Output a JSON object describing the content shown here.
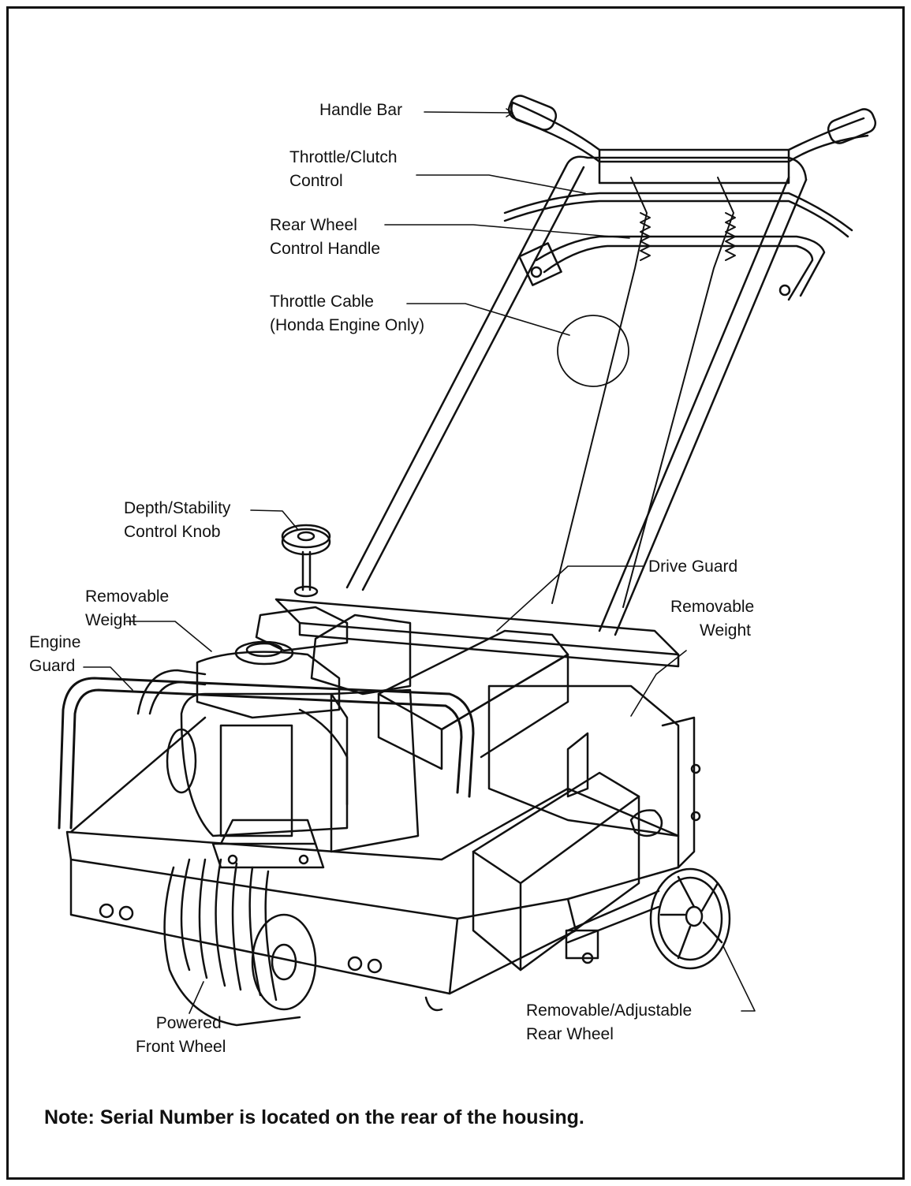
{
  "labels": {
    "handle_bar": "Handle Bar",
    "throttle_clutch": {
      "line1": "Throttle/Clutch",
      "line2": "Control"
    },
    "rear_wheel_control": {
      "line1": "Rear Wheel",
      "line2": "Control Handle"
    },
    "throttle_cable": {
      "line1": "Throttle Cable",
      "line2": "(Honda Engine Only)"
    },
    "depth_knob": {
      "line1": "Depth/Stability",
      "line2": "Control Knob"
    },
    "drive_guard": "Drive Guard",
    "removable_weight_left": {
      "line1": "Removable",
      "line2": "Weight"
    },
    "removable_weight_right": {
      "line1": "Removable",
      "line2": "Weight"
    },
    "engine_guard": {
      "line1": "Engine",
      "line2": "Guard"
    },
    "powered_front_wheel": {
      "line1": "Powered",
      "line2": "Front Wheel"
    },
    "rear_wheel": {
      "line1": "Removable/Adjustable",
      "line2": "Rear Wheel"
    }
  },
  "note": "Note: Serial Number is located on the rear of the housing."
}
